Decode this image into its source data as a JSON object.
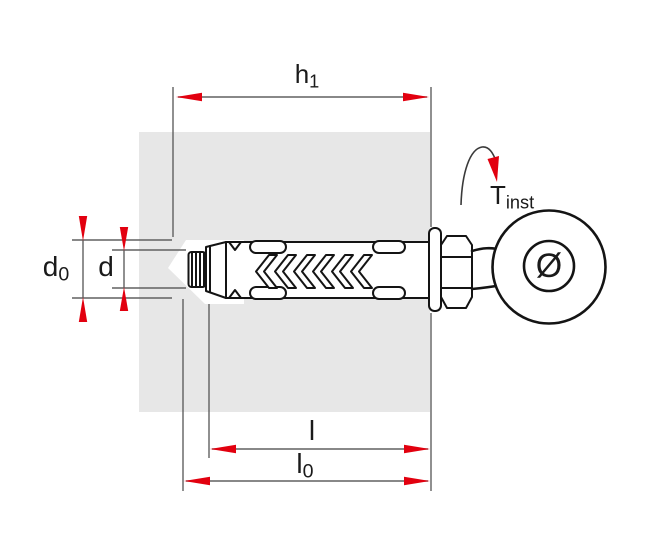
{
  "diagram": {
    "type": "technical-installation-drawing",
    "subject": "sleeve anchor with eye bolt mounted through a wall cross-section",
    "labels": {
      "h1": {
        "base": "h",
        "sub": "1"
      },
      "d0": {
        "base": "d",
        "sub": "0"
      },
      "d": {
        "base": "d"
      },
      "l": {
        "base": "l"
      },
      "l0": {
        "base": "l",
        "sub": "0"
      },
      "t_inst": {
        "base": "T",
        "sub": "inst"
      },
      "diameter": {
        "base": "Ø"
      }
    },
    "colors": {
      "arrow_red": "#e2000f",
      "wall_gray": "#e7e7e7",
      "drawing_line": "#141414",
      "dimension_line": "#606060",
      "background": "#ffffff"
    },
    "parts": [
      "wall",
      "drill-hole",
      "threaded-tip",
      "expander-cone",
      "expansion-sleeve",
      "washer",
      "hex-nut",
      "eye-ring"
    ]
  }
}
